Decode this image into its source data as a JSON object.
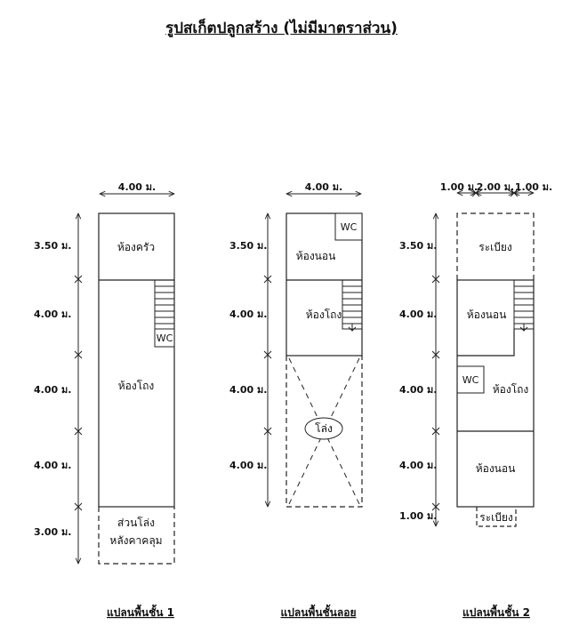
{
  "title": "รูปสเก็ตปลูกสร้าง (ไม่มีมาตราส่วน)",
  "plan1": {
    "width": "4.00 ม.",
    "dims": [
      "3.50 ม.",
      "4.00 ม.",
      "4.00 ม.",
      "4.00 ม.",
      "3.00 ม."
    ],
    "rooms": {
      "kitchen": "ห้องครัว",
      "hall": "ห้องโถง",
      "wc": "WC",
      "open1": "ส่วนโล่ง",
      "open2": "หลังคาคลุม"
    },
    "caption": "แปลนพื้นชั้น 1"
  },
  "mezz": {
    "width": "4.00 ม.",
    "dims": [
      "3.50 ม.",
      "4.00 ม.",
      "4.00 ม.",
      "4.00 ม."
    ],
    "rooms": {
      "bedroom": "ห้องนอน",
      "hall": "ห้องโถง",
      "wc": "WC",
      "void": "โล่ง"
    },
    "caption": "แปลนพื้นชั้นลอย"
  },
  "plan2": {
    "top_dims": [
      "1.00 ม.",
      "2.00 ม.",
      "1.00 ม."
    ],
    "dims": [
      "3.50 ม.",
      "4.00 ม.",
      "4.00 ม.",
      "4.00 ม.",
      "1.00 ม."
    ],
    "rooms": {
      "balcony_top": "ระเบียง",
      "bedroom1": "ห้องนอน",
      "wc": "WC",
      "hall": "ห้องโถง",
      "bedroom2": "ห้องนอน",
      "balcony_bottom": "ระเบียง"
    },
    "caption": "แปลนพื้นชั้น 2"
  }
}
